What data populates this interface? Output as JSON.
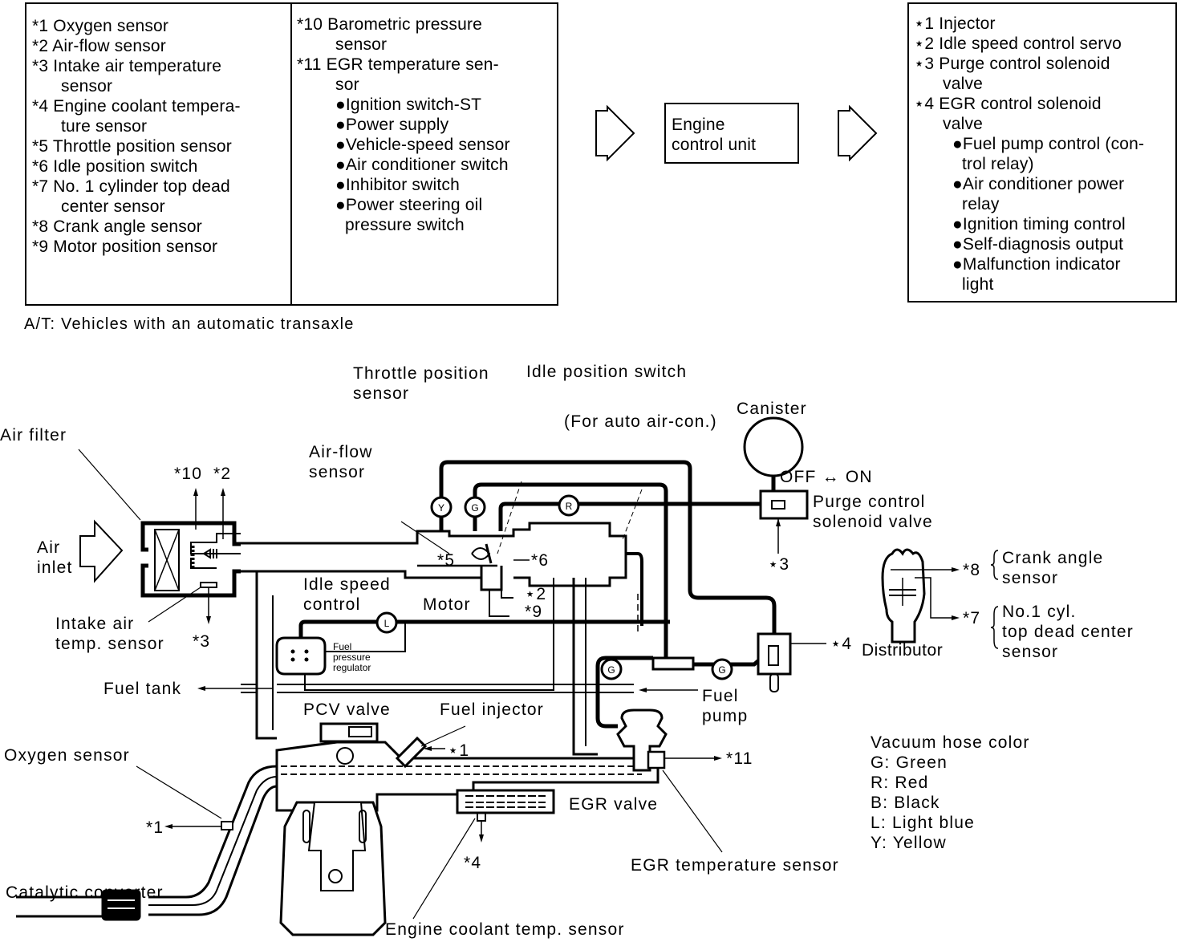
{
  "inputs_box": {
    "col1": [
      {
        "text": "*1 Oxygen sensor",
        "indent": 0
      },
      {
        "text": "*2 Air-flow sensor",
        "indent": 0
      },
      {
        "text": "*3 Intake air temperature",
        "indent": 0
      },
      {
        "text": "sensor",
        "indent": 1
      },
      {
        "text": "*4 Engine coolant tempera-",
        "indent": 0
      },
      {
        "text": "ture sensor",
        "indent": 1
      },
      {
        "text": "*5 Throttle position sensor",
        "indent": 0
      },
      {
        "text": "*6 Idle position switch",
        "indent": 0
      },
      {
        "text": "*7 No. 1 cylinder top dead",
        "indent": 0
      },
      {
        "text": "center sensor",
        "indent": 1
      },
      {
        "text": "*8 Crank angle sensor",
        "indent": 0
      },
      {
        "text": "*9 Motor position sensor",
        "indent": 0
      }
    ],
    "col2": [
      {
        "text": "*10 Barometric pressure",
        "indent": 0
      },
      {
        "text": "sensor",
        "indent": 2
      },
      {
        "text": "*11 EGR temperature sen-",
        "indent": 0
      },
      {
        "text": "sor",
        "indent": 2
      },
      {
        "text": "●Ignition switch-ST",
        "indent": 2
      },
      {
        "text": "●Power supply",
        "indent": 2
      },
      {
        "text": "●Vehicle-speed sensor",
        "indent": 2
      },
      {
        "text": "●Air conditioner switch",
        "indent": 2
      },
      {
        "text": "●Inhibitor switch",
        "indent": 2
      },
      {
        "text": "●Power steering oil",
        "indent": 2
      },
      {
        "text": "pressure switch",
        "indent": 3
      }
    ]
  },
  "ecu": {
    "line1": "Engine",
    "line2": "control unit"
  },
  "outputs_box": [
    {
      "text": "⋆1 Injector",
      "indent": 0
    },
    {
      "text": "⋆2 Idle speed control servo",
      "indent": 0
    },
    {
      "text": "⋆3 Purge control solenoid",
      "indent": 0
    },
    {
      "text": "valve",
      "indent": 1
    },
    {
      "text": "⋆4 EGR control solenoid",
      "indent": 0
    },
    {
      "text": "valve",
      "indent": 1
    },
    {
      "text": "●Fuel pump control (con-",
      "indent": 2
    },
    {
      "text": "trol relay)",
      "indent": 3
    },
    {
      "text": "●Air conditioner power",
      "indent": 2
    },
    {
      "text": "relay",
      "indent": 3
    },
    {
      "text": "●Ignition timing control",
      "indent": 2
    },
    {
      "text": "●Self-diagnosis output",
      "indent": 2
    },
    {
      "text": "●Malfunction indicator",
      "indent": 2
    },
    {
      "text": "light",
      "indent": 3
    }
  ],
  "footnote": "A/T: Vehicles with an automatic transaxle",
  "labels": {
    "air_filter": "Air filter",
    "air_inlet_1": "Air",
    "air_inlet_2": "inlet",
    "ref10": "*10",
    "ref2_top": "*2",
    "intake_air_1": "Intake air",
    "intake_air_2": "temp. sensor",
    "ref3_left": "*3",
    "throttle_1": "Throttle position",
    "throttle_2": "sensor",
    "idle_pos_switch": "Idle position switch",
    "auto_aircon": "(For auto air-con.)",
    "canister": "Canister",
    "off_on": "OFF ↔ ON",
    "purge_1": "Purge control",
    "purge_2": "solenoid valve",
    "ref3_right": "⋆3",
    "airflow_1": "Air-flow",
    "airflow_2": "sensor",
    "ref5": "*5",
    "ref6": "*6",
    "idle_speed_1": "Idle speed",
    "idle_speed_2": "control",
    "motor": "Motor",
    "ref2_motor": "⋆2",
    "ref9": "*9",
    "ref8": "*8",
    "crank_1": "Crank angle",
    "crank_2": "sensor",
    "ref7": "*7",
    "tdc_1": "No.1 cyl.",
    "tdc_2": "top dead center",
    "tdc_3": "sensor",
    "ref4_right": "⋆4",
    "distributor": "Distributor",
    "fpr_1": "Fuel",
    "fpr_2": "pressure",
    "fpr_3": "regulator",
    "fuel_tank": "Fuel tank",
    "fuel_pump_1": "Fuel",
    "fuel_pump_2": "pump",
    "pcv_valve": "PCV valve",
    "fuel_injector": "Fuel injector",
    "ref1_inj": "⋆1",
    "ref11": "*11",
    "oxygen_sensor": "Oxygen sensor",
    "ref1_o2": "*1",
    "egr_valve": "EGR valve",
    "ref4_bottom": "*4",
    "egr_temp": "EGR temperature sensor",
    "catalytic": "Catalytic converter",
    "coolant": "Engine coolant temp. sensor"
  },
  "hose_tags": {
    "Y": "Y",
    "G1": "G",
    "R": "R",
    "L": "L",
    "G2": "G",
    "G3": "G"
  },
  "legend": {
    "title": "Vacuum hose color",
    "items": [
      "G:  Green",
      "R:  Red",
      "B:  Black",
      "L:  Light blue",
      "Y:  Yellow"
    ]
  }
}
